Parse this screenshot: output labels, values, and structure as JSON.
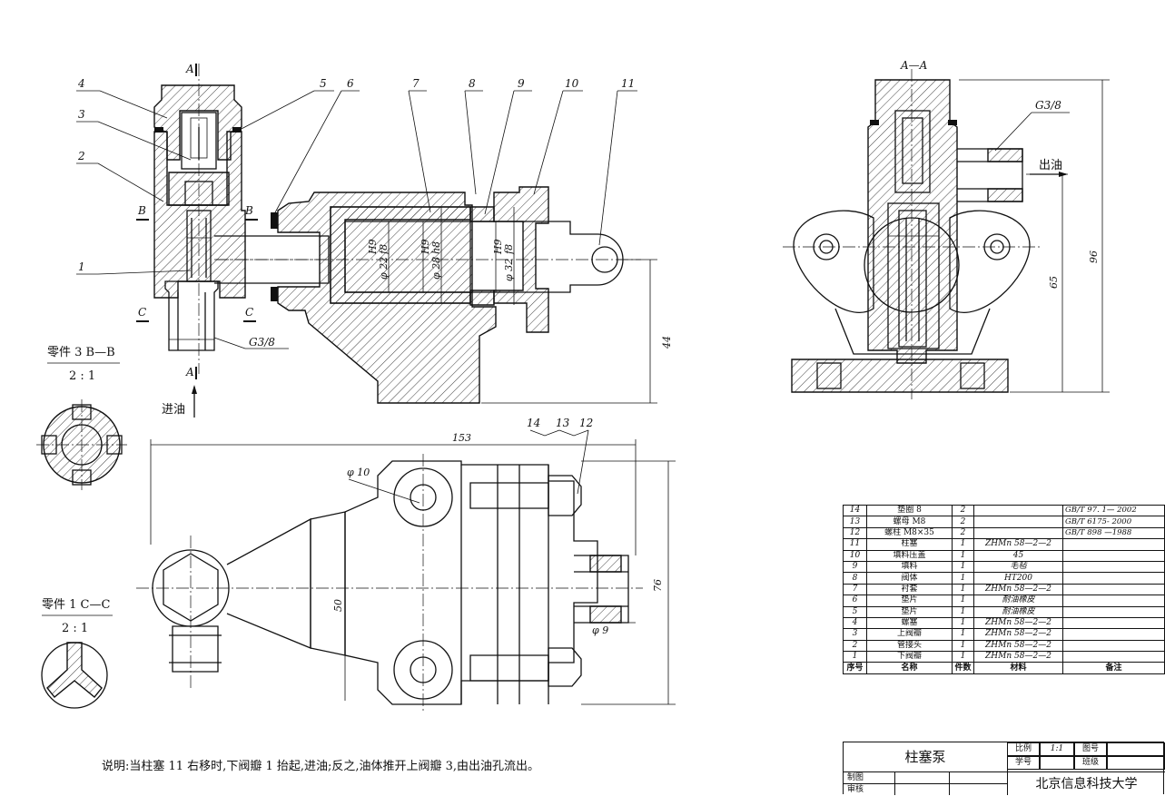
{
  "labels": {
    "section_aa_left": "A",
    "section_aa_left_bottom": "A",
    "b_left": "B",
    "b_right": "B",
    "c_left": "C",
    "c_right": "C",
    "section_aa_title": "A—A",
    "thread_left": "G3/8",
    "thread_right": "G3/8",
    "outlet_label": "出油",
    "inlet_label": "进油",
    "detail3_title": "零件 3  B—B",
    "detail3_scale": "2 : 1",
    "detail1_title": "零件 1  C—C",
    "detail1_scale": "2 : 1"
  },
  "part_callouts": [
    "1",
    "2",
    "3",
    "4",
    "5",
    "6",
    "7",
    "8",
    "9",
    "10",
    "11",
    "12",
    "13",
    "14"
  ],
  "dimensions": {
    "fit_22": "φ 22",
    "fit_22_tol_top": "H9",
    "fit_22_tol_bot": "f8",
    "fit_28": "φ 28",
    "fit_28_tol_top": "H9",
    "fit_28_tol_bot": "h8",
    "fit_32": "φ 32",
    "fit_32_tol_top": "H9",
    "fit_32_tol_bot": "f8",
    "height_44": "44",
    "width_153": "153",
    "d10": "φ 10",
    "d50": "50",
    "d76": "76",
    "d9": "φ 9",
    "h96": "96",
    "h65": "65"
  },
  "note": "说明:当柱塞 11 右移时,下阀瓣 1 抬起,进油;反之,油体推开上阀瓣 3,由出油孔流出。",
  "bom": {
    "rows": [
      {
        "no": "14",
        "name": "垫圈 8",
        "qty": "2",
        "material": "",
        "remark": "GB/T 97. 1— 2002"
      },
      {
        "no": "13",
        "name": "螺母 M8",
        "qty": "2",
        "material": "",
        "remark": "GB/T 6175-  2000"
      },
      {
        "no": "12",
        "name": "螺柱 M8×35",
        "qty": "2",
        "material": "",
        "remark": "GB/T 898 —1988"
      },
      {
        "no": "11",
        "name": "柱塞",
        "qty": "1",
        "material": "ZHMn 58—2—2",
        "remark": ""
      },
      {
        "no": "10",
        "name": "填料压盖",
        "qty": "1",
        "material": "45",
        "remark": ""
      },
      {
        "no": "9",
        "name": "填料",
        "qty": "1",
        "material": "毛毡",
        "remark": ""
      },
      {
        "no": "8",
        "name": "阀体",
        "qty": "1",
        "material": "HT200",
        "remark": ""
      },
      {
        "no": "7",
        "name": "衬套",
        "qty": "1",
        "material": "ZHMn 58—2—2",
        "remark": ""
      },
      {
        "no": "6",
        "name": "垫片",
        "qty": "1",
        "material": "耐油橡皮",
        "remark": ""
      },
      {
        "no": "5",
        "name": "垫片",
        "qty": "1",
        "material": "耐油橡皮",
        "remark": ""
      },
      {
        "no": "4",
        "name": "螺塞",
        "qty": "1",
        "material": "ZHMn 58—2—2",
        "remark": ""
      },
      {
        "no": "3",
        "name": "上阀瓣",
        "qty": "1",
        "material": "ZHMn 58—2—2",
        "remark": ""
      },
      {
        "no": "2",
        "name": "管接头",
        "qty": "1",
        "material": "ZHMn 58—2—2",
        "remark": ""
      },
      {
        "no": "1",
        "name": "下阀瓣",
        "qty": "1",
        "material": "ZHMn 58—2—2",
        "remark": ""
      }
    ],
    "header": {
      "no": "序号",
      "name": "名称",
      "qty": "件数",
      "material": "材料",
      "remark": "备注"
    }
  },
  "title_block": {
    "drawing_name": "柱塞泵",
    "scale_label": "比例",
    "scale_value": "1:1",
    "drawing_no_label": "图号",
    "student_no_label": "学号",
    "class_label": "班级",
    "drawn_by": "制图",
    "checked_by": "审核",
    "school": "北京信息科技大学"
  }
}
